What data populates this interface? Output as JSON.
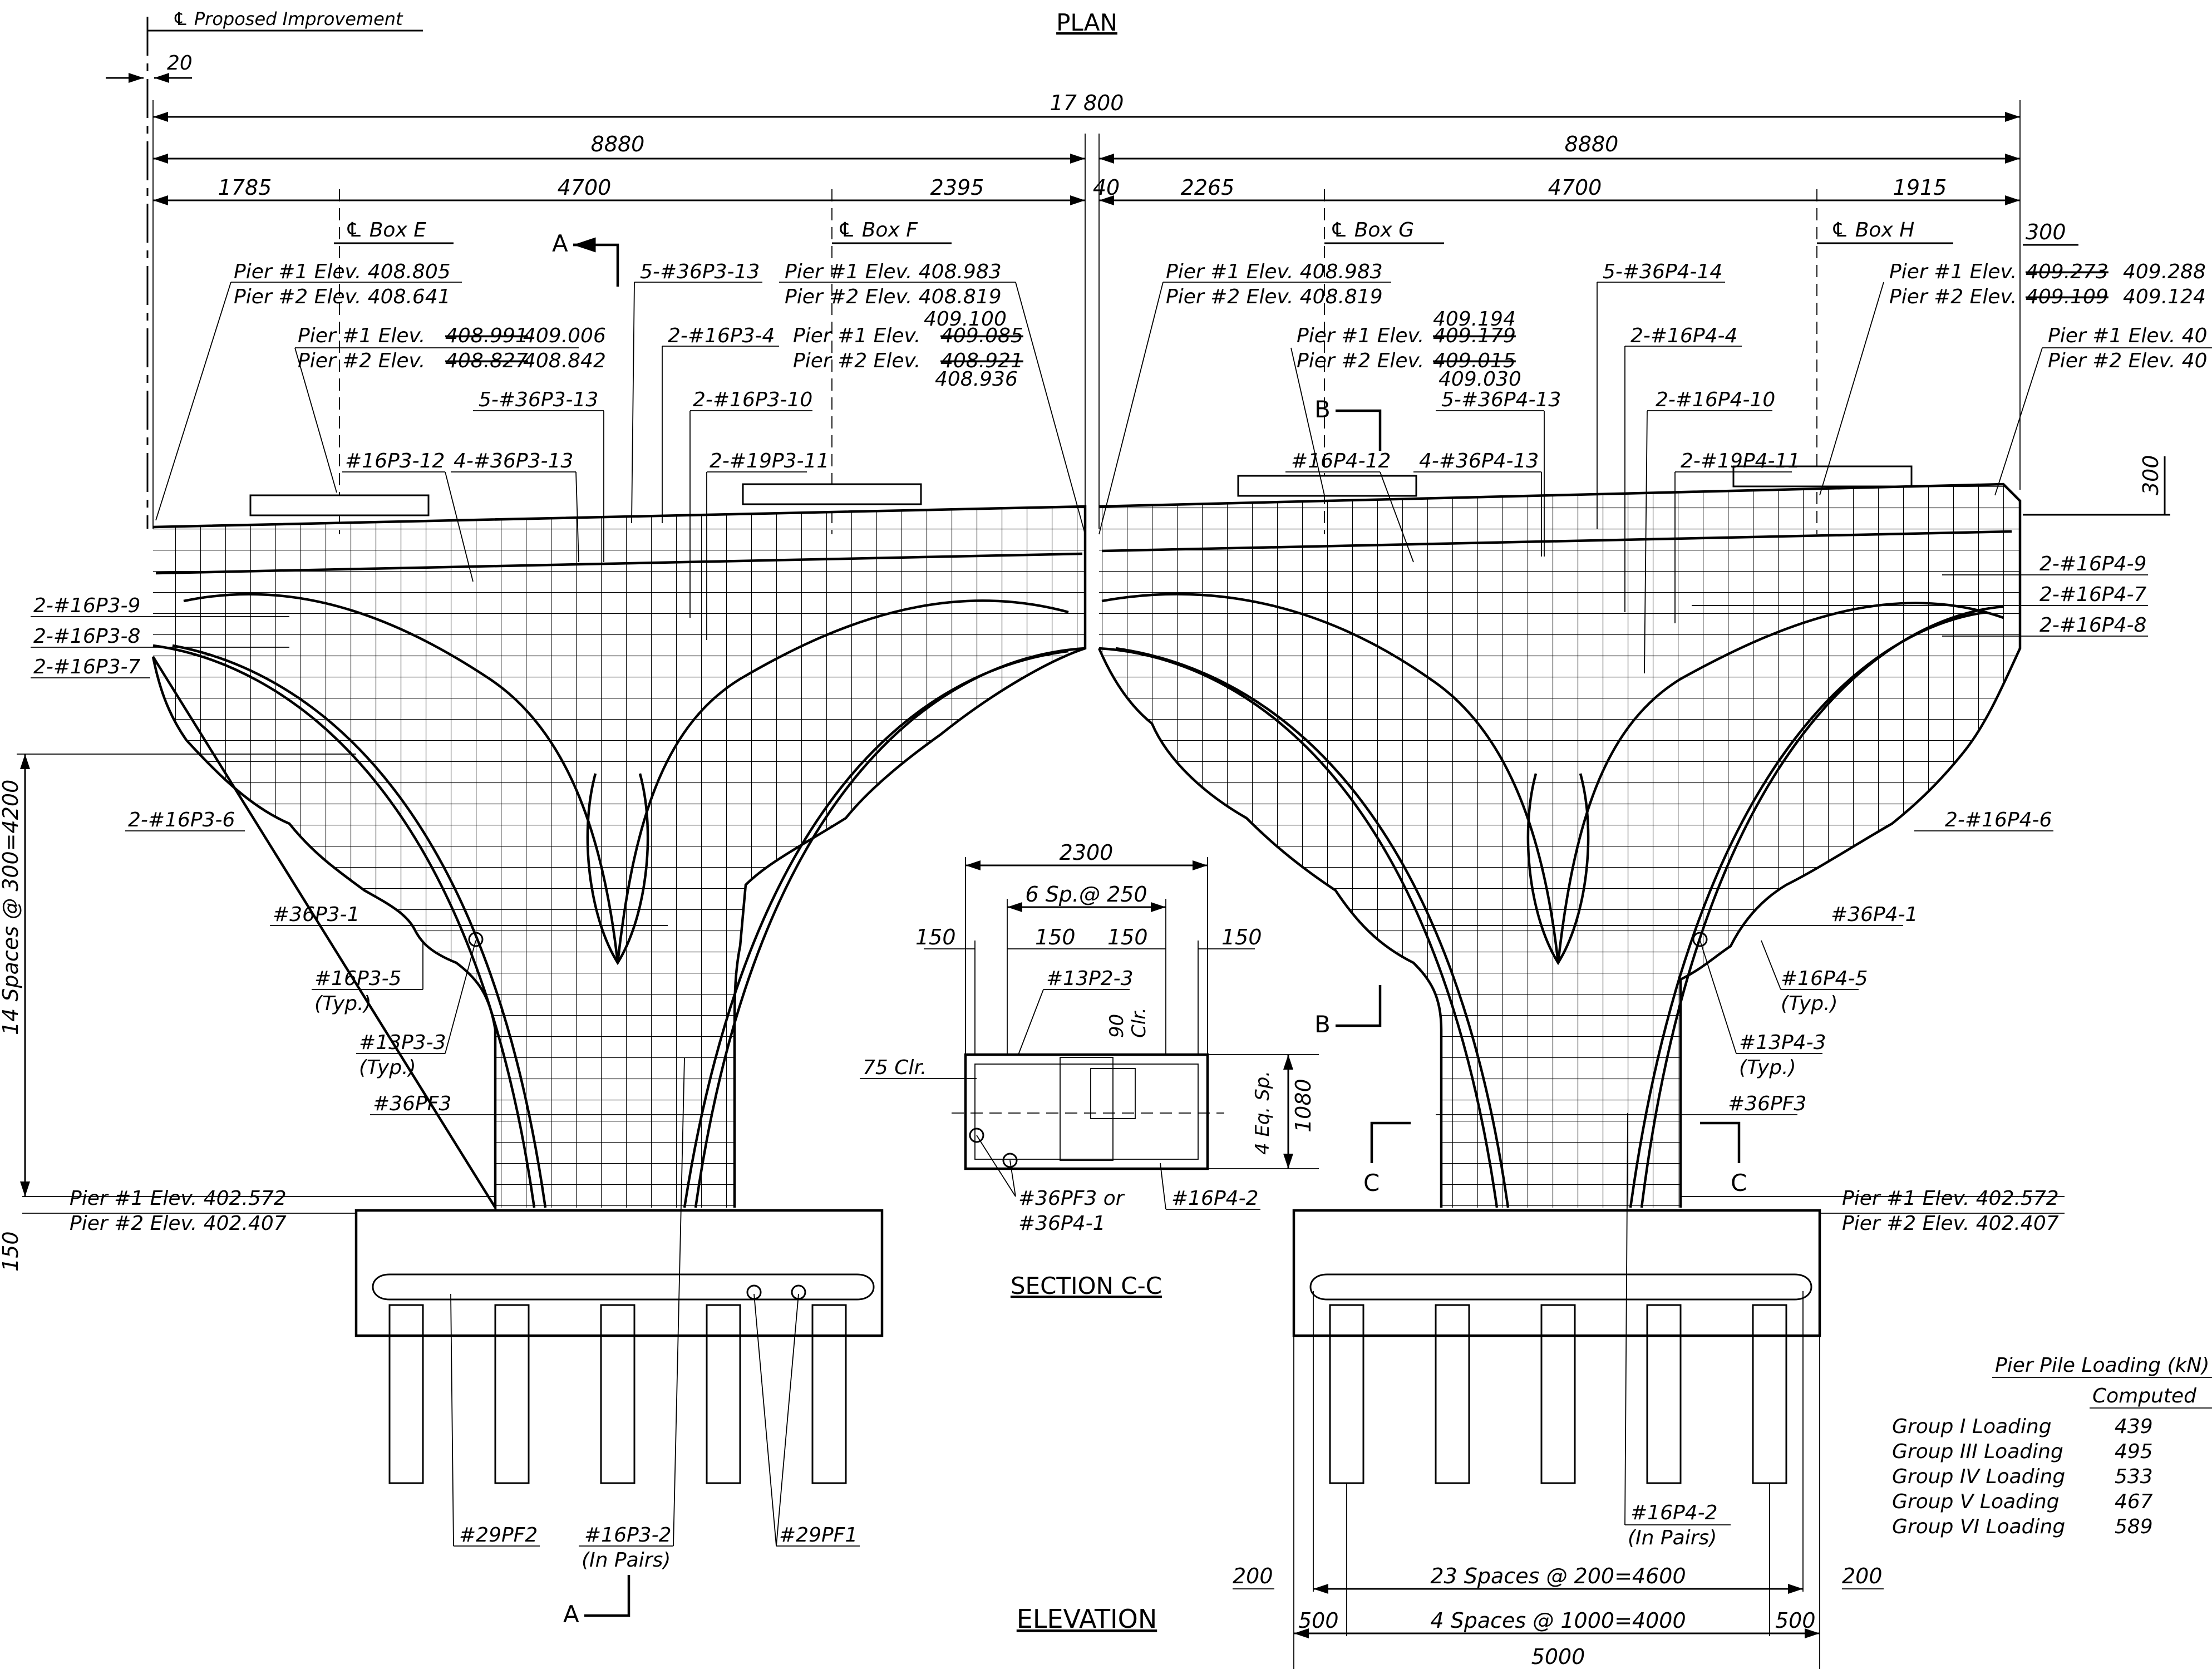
{
  "title": "PLAN",
  "elevation_title": "ELEVATION",
  "section_title": "SECTION C-C",
  "cl_proposed": "℄ Proposed Improvement",
  "boxes": {
    "e": "℄ Box E",
    "f": "℄ Box F",
    "g": "℄ Box G",
    "h": "℄ Box H"
  },
  "dims": {
    "d20": "20",
    "total": "17 800",
    "half_l": "8880",
    "half_r": "8880",
    "d1785": "1785",
    "d4700a": "4700",
    "d2395": "2395",
    "d40": "40",
    "d2265": "2265",
    "d4700b": "4700",
    "d1915": "1915",
    "d300a": "300",
    "d300b": "300",
    "spaces_v": "14 Spaces @ 300=4200",
    "d150v": "150",
    "d200l": "200",
    "d200r": "200",
    "spaces_h": "23 Spaces @ 200=4600",
    "d500l": "500",
    "spaces_pile": "4 Spaces @ 1000=4000",
    "d500r": "500",
    "d5000": "5000"
  },
  "labels": {
    "p1_408805": "Pier #1 Elev. 408.805",
    "p2_408641": "Pier #2 Elev. 408.641",
    "p1_408991": "Pier #1 Elev.",
    "v408991": "408.991",
    "v409006": "409.006",
    "p2_408827": "Pier #2 Elev.",
    "v408827": "408.827",
    "v408842": "408.842",
    "p1_408983a": "Pier #1 Elev. 408.983",
    "p2_408819a": "Pier #2 Elev. 408.819",
    "v409100": "409.100",
    "p1_409085": "Pier #1 Elev.",
    "v409085": "409.085",
    "p2_408921": "Pier #2 Elev.",
    "v408921": "408.921",
    "v408936": "408.936",
    "p1_408983b": "Pier #1 Elev. 408.983",
    "p2_408819b": "Pier #2 Elev. 408.819",
    "v409194": "409.194",
    "p1_409179": "Pier #1 Elev.",
    "v409179": "409.179",
    "p2_409015": "Pier #2 Elev.",
    "v409015": "409.015",
    "v409030": "409.030",
    "p1_409273": "Pier #1 Elev.",
    "v409273": "409.273",
    "v409288": "409.288",
    "p2_409109": "Pier #2 Elev.",
    "v409109": "409.109",
    "v409124": "409.124",
    "p1_edge": "Pier #1 Elev. 40",
    "p2_edge": "Pier #2 Elev. 40",
    "bar_5_36p3_13a": "5-#36P3-13",
    "bar_2_16p3_4": "2-#16P3-4",
    "bar_5_36p3_13b": "5-#36P3-13",
    "bar_2_16p3_10": "2-#16P3-10",
    "bar_16p3_12": "#16P3-12",
    "bar_4_36p3_13": "4-#36P3-13",
    "bar_2_19p3_11": "2-#19P3-11",
    "bar_5_36p4_14": "5-#36P4-14",
    "bar_2_16p4_4": "2-#16P4-4",
    "bar_5_36p4_13": "5-#36P4-13",
    "bar_2_16p4_10": "2-#16P4-10",
    "bar_16p4_12": "#16P4-12",
    "bar_4_36p4_13": "4-#36P4-13",
    "bar_2_19p4_11": "2-#19P4-11",
    "bar_2_16p3_9": "2-#16P3-9",
    "bar_2_16p3_8": "2-#16P3-8",
    "bar_2_16p3_7": "2-#16P3-7",
    "bar_2_16p3_6": "2-#16P3-6",
    "bar_36p3_1": "#36P3-1",
    "bar_16p3_5": "#16P3-5",
    "typ1": "(Typ.)",
    "bar_13p3_3": "#13P3-3",
    "typ2": "(Typ.)",
    "bar_36pf3a": "#36PF3",
    "pier1_402572a": "Pier #1 Elev. 402.572",
    "pier2_402407a": "Pier #2 Elev. 402.407",
    "bar_2_16p4_9": "2-#16P4-9",
    "bar_2_16p4_7": "2-#16P4-7",
    "bar_2_16p4_8": "2-#16P4-8",
    "bar_2_16p4_6": "2-#16P4-6",
    "bar_36p4_1": "#36P4-1",
    "bar_16p4_5": "#16P4-5",
    "typ3": "(Typ.)",
    "bar_13p4_3": "#13P4-3",
    "typ4": "(Typ.)",
    "bar_36pf3b": "#36PF3",
    "pier1_402572b": "Pier #1 Elev. 402.572",
    "pier2_402407b": "Pier #2 Elev. 402.407",
    "bar_29pf2": "#29PF2",
    "bar_16p3_2": "#16P3-2",
    "in_pairs1": "(In Pairs)",
    "bar_29pf1": "#29PF1",
    "bar_16p4_2a": "#16P4-2",
    "in_pairs2": "(In Pairs)",
    "cut_a": "A",
    "cut_b": "B",
    "cut_c": "C"
  },
  "section": {
    "w2300": "2300",
    "sp250": "6 Sp.@ 250",
    "d150a": "150",
    "d150b": "150",
    "d150c": "150",
    "d150d": "150",
    "bar_13p2_3": "#13P2-3",
    "clr90": "90",
    "clr": "Clr.",
    "clr75": "75 Clr.",
    "eqsp": "4 Eq. Sp.",
    "h1080": "1080",
    "bar_36pf3": "#36PF3  or",
    "bar_36p4_1": "#36P4-1",
    "bar_16p4_2": "#16P4-2"
  },
  "table": {
    "title": "Pier Pile Loading (kN)",
    "col": "Computed",
    "rows": [
      {
        "name": "Group I Loading",
        "value": "439"
      },
      {
        "name": "Group III Loading",
        "value": "495"
      },
      {
        "name": "Group IV Loading",
        "value": "533"
      },
      {
        "name": "Group V Loading",
        "value": "467"
      },
      {
        "name": "Group VI Loading",
        "value": "589"
      }
    ]
  }
}
